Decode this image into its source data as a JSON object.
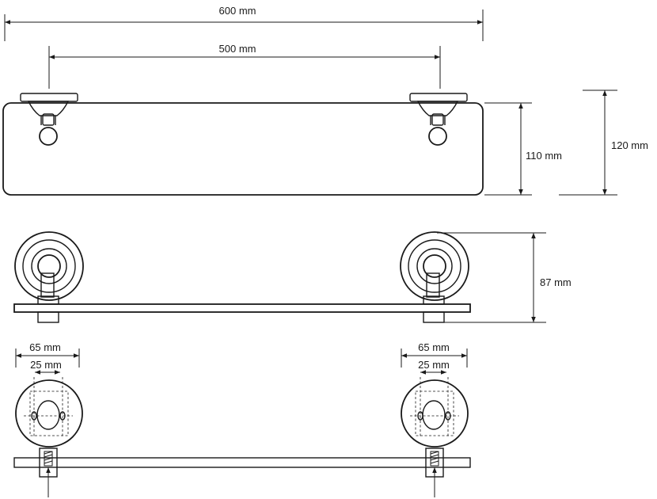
{
  "dimensions": {
    "overall_width": "600 mm",
    "bracket_spacing": "500 mm",
    "shelf_depth": "110 mm",
    "total_depth": "120 mm",
    "height": "87 mm",
    "left_rosette_diameter": "65 mm",
    "left_hole_spacing": "25 mm",
    "right_rosette_diameter": "65 mm",
    "right_hole_spacing": "25 mm"
  },
  "colors": {
    "line": "#1a1a1a",
    "background": "#ffffff"
  }
}
